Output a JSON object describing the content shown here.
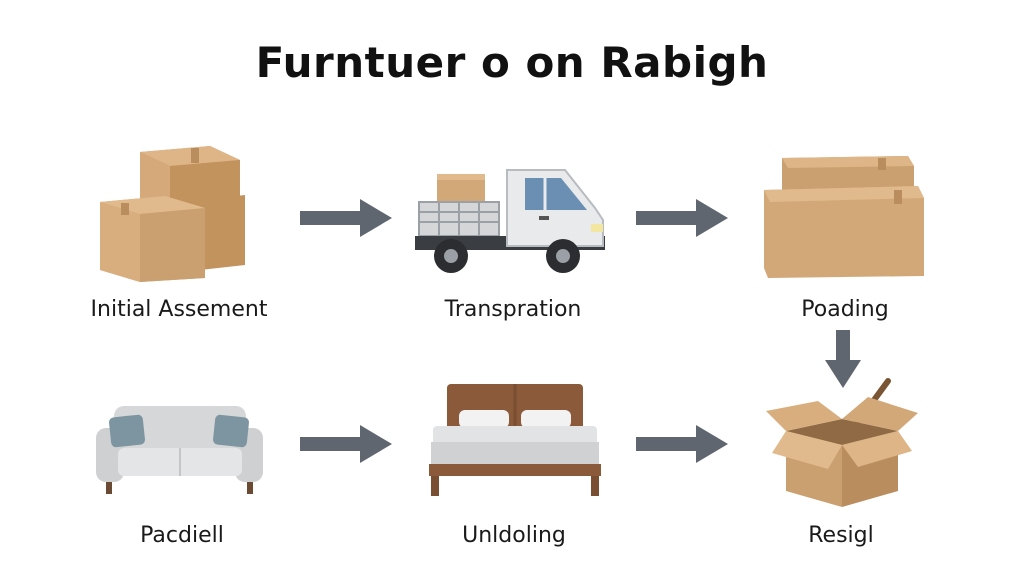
{
  "title": "Furntuer o on Rabigh",
  "steps": [
    {
      "label": "Initial Assement",
      "icon": "stacked-boxes-icon"
    },
    {
      "label": "Transpration",
      "icon": "truck-icon"
    },
    {
      "label": "Poading",
      "icon": "wide-boxes-icon"
    },
    {
      "label": "Pacdiell",
      "icon": "sofa-icon"
    },
    {
      "label": "Unldoling",
      "icon": "bed-icon"
    },
    {
      "label": "Resigl",
      "icon": "open-box-icon"
    }
  ],
  "colors": {
    "cardboard": "#d2a878",
    "cardboard_dark": "#b98d5e",
    "arrow": "#5f6670",
    "sofa": "#d9d9d9",
    "pillow": "#7d95a0",
    "bed_wood": "#8a5a3a"
  }
}
